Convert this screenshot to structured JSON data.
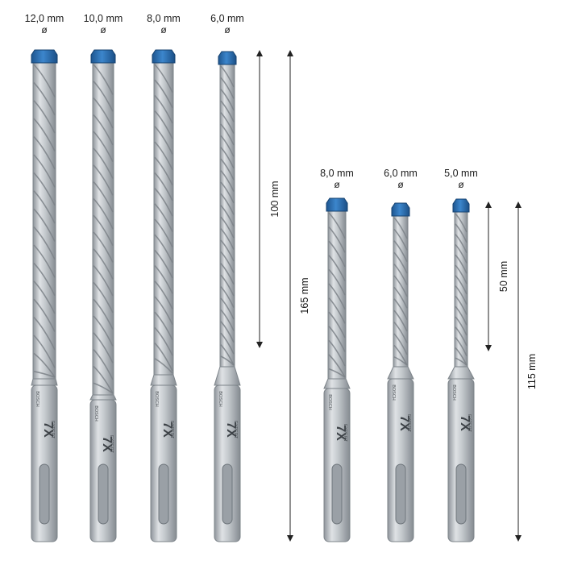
{
  "bits": [
    {
      "diameter": "12,0 mm",
      "symbol": "ø",
      "brand": "BOSCH",
      "line": "EXPERT",
      "series": "7X"
    },
    {
      "diameter": "10,0 mm",
      "symbol": "ø",
      "brand": "BOSCH",
      "line": "EXPERT",
      "series": "7X"
    },
    {
      "diameter": "8,0 mm",
      "symbol": "ø",
      "brand": "BOSCH",
      "line": "EXPERT",
      "series": "7X"
    },
    {
      "diameter": "6,0 mm",
      "symbol": "ø",
      "brand": "BOSCH",
      "line": "EXPERT",
      "series": "7X"
    },
    {
      "diameter": "8,0 mm",
      "symbol": "ø",
      "brand": "BOSCH",
      "line": "EXPERT",
      "series": "7X"
    },
    {
      "diameter": "6,0 mm",
      "symbol": "ø",
      "brand": "BOSCH",
      "line": "EXPERT",
      "series": "7X"
    },
    {
      "diameter": "5,0 mm",
      "symbol": "ø",
      "brand": "BOSCH",
      "line": "EXPERT",
      "series": "7X"
    }
  ],
  "dimensions": {
    "long_flute": "100 mm",
    "long_total": "165 mm",
    "short_flute": "50 mm",
    "short_total": "115 mm"
  },
  "colors": {
    "tip": "#2a6fb3",
    "steel": "#b9bec3",
    "steel_dark": "#8d9399",
    "line": "#222222"
  }
}
